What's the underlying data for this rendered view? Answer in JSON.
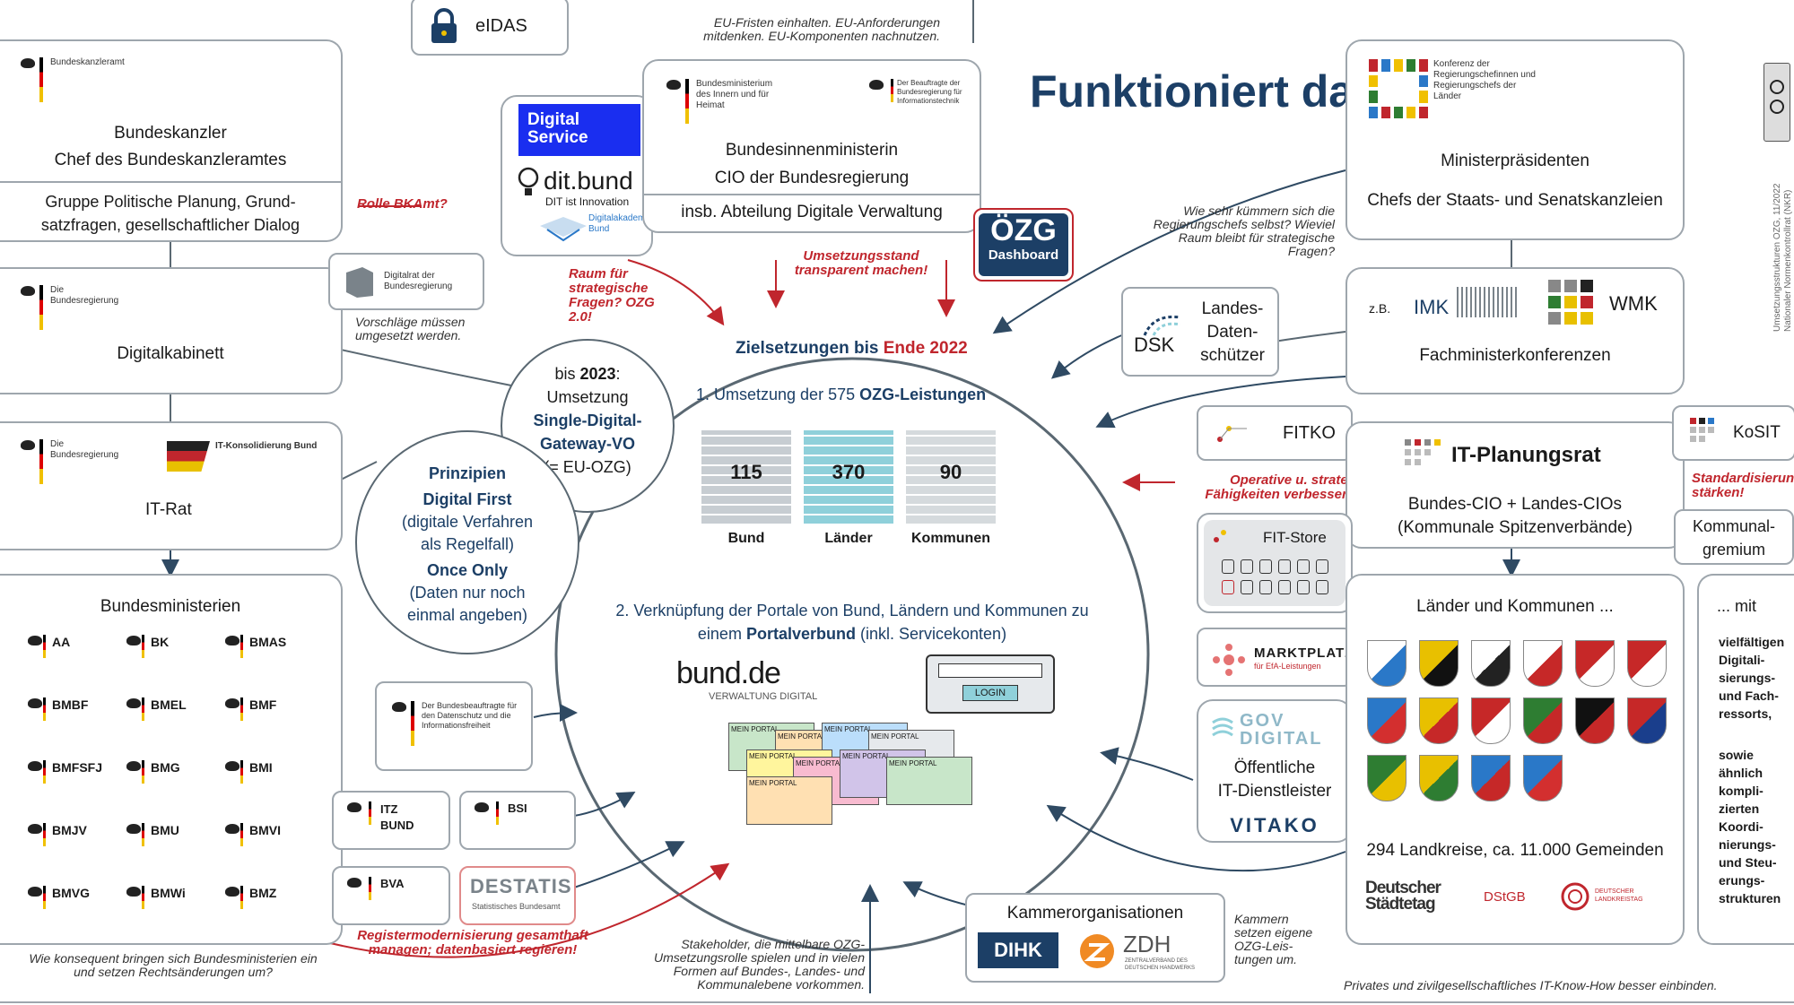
{
  "title": "Funktioniert das?",
  "eidas": {
    "label": "eIDAS"
  },
  "eu_note": "EU-Fristen einhalten. EU-Anforderungen mitdenken. EU-Komponenten nachnutzen.",
  "bkamt": {
    "logo_text": "Bundeskanzleramt",
    "line1": "Bundeskanzler",
    "line2": "Chef des Bundeskanzleramtes",
    "group": "Gruppe Politische Planung, Grund-satzfragen, gesellschaftlicher Dialog"
  },
  "rolle_bkamt": "Rolle BKAmt?",
  "digital_service": {
    "label": "Digital Service",
    "dit": "dit.bund",
    "dit_sub": "DIT ist Innovation",
    "akademie": "Digitalakademie Bund"
  },
  "bmi": {
    "logo1": "Bundesministerium des Innern und für Heimat",
    "logo2": "Der Beauftragte der Bundesregierung für Informationstechnik",
    "line1": "Bundesinnenministerin",
    "line2": "CIO der Bundesregierung",
    "dept": "insb. Abteilung Digitale Verwaltung"
  },
  "ozg_dashboard": {
    "label1": "ÖZG",
    "label2": "Dashboard"
  },
  "mp": {
    "logo_text": "Konferenz der Regierungschefinnen und Regierungschefs der Länder",
    "line1": "Ministerpräsidenten",
    "line2": "Chefs der Staats- und Senatskanzleien"
  },
  "mp_note": "Wie sehr kümmern sich die Regierungschefs selbst? Wieviel Raum bleibt für strategische Fragen?",
  "digitalkabinett": {
    "logo": "Die Bundesregierung",
    "label": "Digitalkabinett"
  },
  "digitalrat": {
    "label": "Digitalrat der Bundesregierung"
  },
  "vorschlaege": "Vorschläge müssen umgesetzt werden.",
  "raum_note": "Raum für strategische Fragen? OZG 2.0!",
  "umsetzung_note": "Umsetzungsstand transparent machen!",
  "sdg": {
    "line1": "bis",
    "year": "2023",
    "line2": ":",
    "line3": "Umsetzung",
    "bold": "Single-Digital-Gateway-VO",
    "sub": "(= EU-OZG)"
  },
  "ziel": {
    "heading_a": "Zielsetzungen bis",
    "heading_b": "Ende 2022",
    "point1_a": "1. Umsetzung der 575",
    "point1_b": "OZG-Leistungen",
    "point2_a": "2. Verknüpfung der Portale von Bund, Ländern und Kommunen zu einem",
    "point2_b": "Portalverbund",
    "point2_c": "(inkl. Servicekonten)",
    "bund_logo": "bund.de",
    "bund_sub": "VERWALTUNG DIGITAL",
    "login_label": "LOGIN",
    "portal_label": "MEIN PORTAL"
  },
  "ozg_counts": [
    {
      "label": "Bund",
      "value": "115",
      "color": "#c7cdd2"
    },
    {
      "label": "Länder",
      "value": "370",
      "color": "#8fd0da"
    },
    {
      "label": "Kommunen",
      "value": "90",
      "color": "#d5dadd"
    }
  ],
  "landes_ds": {
    "label": "Landes-Daten-schützer",
    "logo": "DSK"
  },
  "fmk": {
    "prefix": "z.B.",
    "imk": "IMK",
    "wmk": "WMK",
    "label": "Fachministerkonferenzen"
  },
  "itrat": {
    "logo1": "Die Bundesregierung",
    "logo2": "IT-Konsolidierung Bund",
    "label": "IT-Rat"
  },
  "prinzipien": {
    "head": "Prinzipien",
    "df": "Digital First",
    "df_sub": "(digitale Verfahren als Regelfall)",
    "oo": "Once Only",
    "oo_sub": "(Daten nur noch einmal angeben)"
  },
  "fitko": {
    "label": "FITKO"
  },
  "operative_note": "Operative u. strateg. Fähigkeiten verbessern!",
  "itpl": {
    "label": "IT-Planungsrat",
    "sub1": "Bundes-CIO + Landes-CIOs",
    "sub2": "(Kommunale Spitzenverbände)"
  },
  "kosit": {
    "label": "KoSIT"
  },
  "std_note": "Standardisierung stärken!",
  "kommunal": {
    "label": "Kommunal-gremium"
  },
  "fit_store": {
    "label": "FIT-Store"
  },
  "marktplatz": {
    "label": "MARKTPLATZ",
    "sub": "für EfA-Leistungen"
  },
  "it_dl": {
    "govdigital": "GOV DIGITAL",
    "label1": "Öffentliche",
    "label2": "IT-Dienstleister",
    "vitako": "VITAKO"
  },
  "laender": {
    "head": "Länder und Kommunen ...",
    "count": "294 Landkreise, ca. 11.000 Gemeinden",
    "st": "Deutscher Städtetag",
    "dstgb": "DStGB",
    "dlt": "DEUTSCHER LANDKREISTAG"
  },
  "coats": [
    {
      "name": "coat-bayern",
      "c1": "#ffffff",
      "c2": "#2a78c8"
    },
    {
      "name": "coat-bw",
      "c1": "#e8c000",
      "c2": "#111111"
    },
    {
      "name": "coat-berlin",
      "c1": "#ffffff",
      "c2": "#222222"
    },
    {
      "name": "coat-brandenburg",
      "c1": "#ffffff",
      "c2": "#c62828"
    },
    {
      "name": "coat-bremen",
      "c1": "#c62828",
      "c2": "#ffffff"
    },
    {
      "name": "coat-hamburg",
      "c1": "#c62828",
      "c2": "#ffffff"
    },
    {
      "name": "coat-hessen",
      "c1": "#2a78c8",
      "c2": "#d32f2f"
    },
    {
      "name": "coat-mv",
      "c1": "#e8c000",
      "c2": "#c62828"
    },
    {
      "name": "coat-niedersachsen",
      "c1": "#c62828",
      "c2": "#ffffff"
    },
    {
      "name": "coat-nrw",
      "c1": "#2e7d32",
      "c2": "#c62828"
    },
    {
      "name": "coat-rlp",
      "c1": "#111111",
      "c2": "#c62828"
    },
    {
      "name": "coat-saarland",
      "c1": "#c62828",
      "c2": "#1a3e8c"
    },
    {
      "name": "coat-sachsen",
      "c1": "#2e7d32",
      "c2": "#e8c000"
    },
    {
      "name": "coat-sachsen-anhalt",
      "c1": "#e8c000",
      "c2": "#2e7d32"
    },
    {
      "name": "coat-sh",
      "c1": "#2a78c8",
      "c2": "#c62828"
    },
    {
      "name": "coat-thueringen",
      "c1": "#2a78c8",
      "c2": "#d32f2f"
    }
  ],
  "mit": {
    "head": "... mit",
    "text": "vielfältigen Digitali-sierungs-und Fach-ressorts,",
    "text2": "sowie ähnlich kompli-zierten Koordi-nierungs-und Steu-erungs-strukturen"
  },
  "bundesministerien": {
    "head": "Bundesministerien",
    "items": [
      "AA",
      "BK",
      "BMAS",
      "BMBF",
      "BMEL",
      "BMF",
      "BMFSFJ",
      "BMG",
      "BMI",
      "BMJV",
      "BMU",
      "BMVI",
      "BMVG",
      "BMWi",
      "BMZ"
    ]
  },
  "bfdi": {
    "label": "Der Bundesbeauftragte für den Datenschutz und die Informationsfreiheit"
  },
  "itzbund": {
    "label1": "ITZ",
    "label2": "BUND"
  },
  "bsi": {
    "label": "BSI"
  },
  "bva": {
    "label": "BVA"
  },
  "destatis": {
    "label": "DESTATIS",
    "sub": "Statistisches Bundesamt"
  },
  "register_note": "Registermodernisierung gesamthaft managen; datenbasiert regieren!",
  "bm_note": "Wie konsequent bringen sich Bundesministerien ein und setzen Rechtsänderungen um?",
  "stakeholder_note": "Stakeholder, die mittelbare OZG-Umsetzungsrolle spielen und in vielen Formen auf Bundes-, Landes- und Kommunalebene vorkommen.",
  "kammer": {
    "head": "Kammerorganisationen",
    "dihk": "DIHK",
    "zdh": "ZDH",
    "zdh_sub": "ZENTRALVERBAND DES DEUTSCHEN HANDWERKS"
  },
  "kammer_note": "Kammern setzen eigene OZG-Leis-tungen um.",
  "privat_note": "Privates und zivilgesellschaftliches IT-Know-How besser einbinden.",
  "side_text": "Umsetzungsstrukturen OZG, 11/2022 Nationaler Normenkontrollrat (NKR)",
  "colors": {
    "navy": "#1c3f66",
    "red": "#c0262d",
    "border": "#9ea6ad",
    "grey_line": "#5a6872"
  }
}
